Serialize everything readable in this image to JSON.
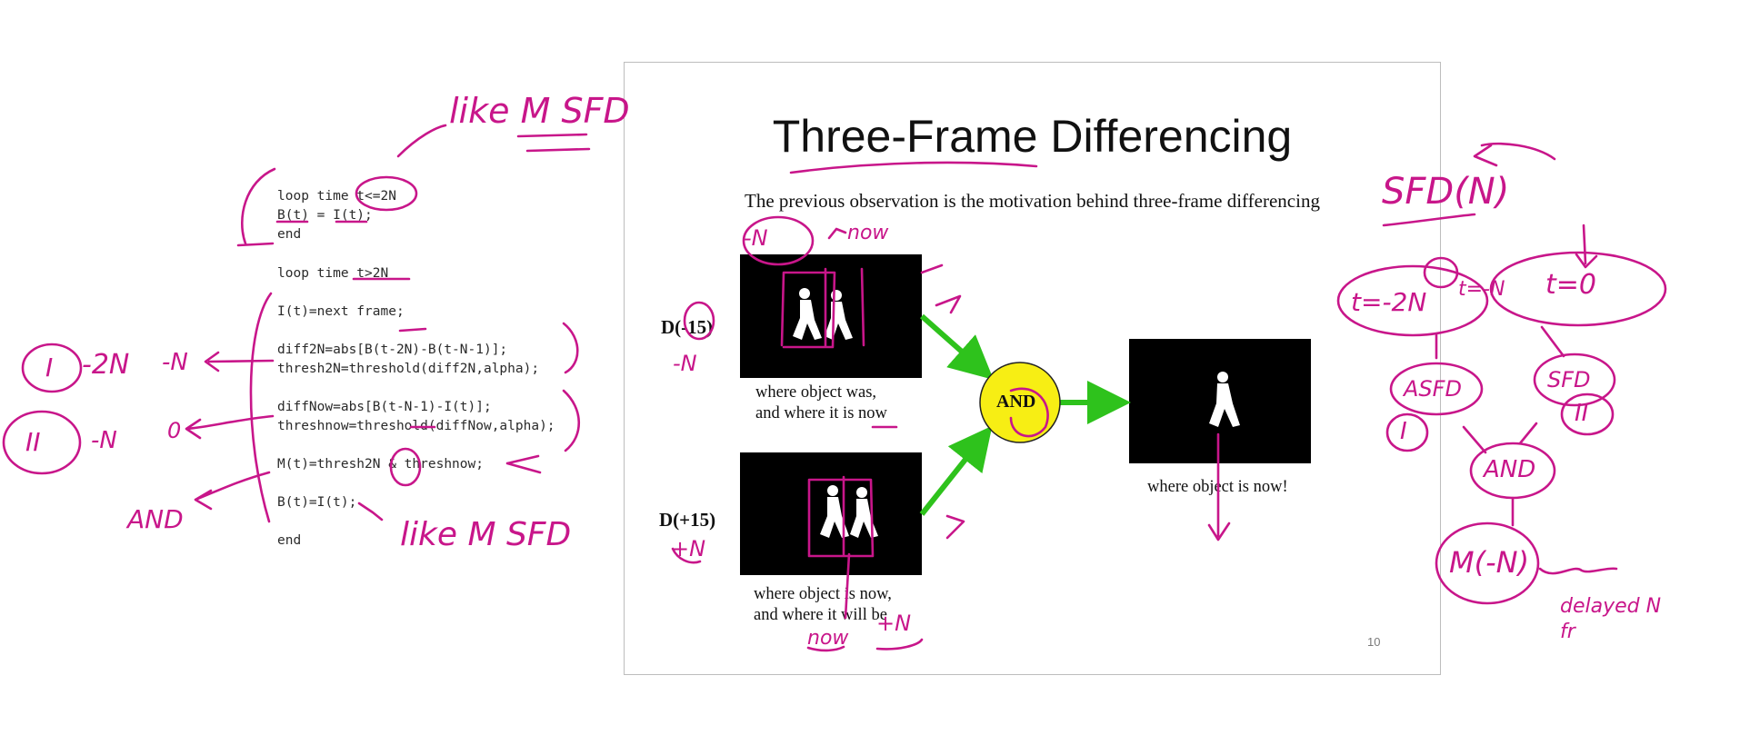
{
  "code": {
    "lines": [
      "loop time t<=2N",
      "B(t) = I(t);",
      "end",
      "loop time t>2N",
      "I(t)=next frame;",
      "diff2N=abs[B(t-2N)-B(t-N-1)];",
      "thresh2N=threshold(diff2N,alpha);",
      "diffNow=abs[B(t-N-1)-I(t)];",
      "threshnow=threshold(diffNow,alpha);",
      "M(t)=thresh2N & threshnow;",
      "B(t)=I(t);",
      "end"
    ]
  },
  "slide": {
    "title": "Three-Frame Differencing",
    "subtitle": "The previous observation is the motivation behind three-frame differencing",
    "d_minus_label": "D(-15)",
    "d_plus_label": "D(+15)",
    "caption_top": [
      "where object was,",
      "and where it is now"
    ],
    "caption_bottom": [
      "where object is now,",
      "and where it will be"
    ],
    "and_label": "AND",
    "result_caption": "where object is now!",
    "page_number": "10",
    "colors": {
      "arrow": "#2ec21c",
      "and_fill": "#f7ee14",
      "frame": "#000000"
    }
  },
  "annotations": {
    "ink_color": "#c8168a",
    "like_msfd_top": "like M SFD",
    "like_msfd_bottom": "like M SFD",
    "roman_one": "I",
    "roman_two": "II",
    "minus_2n": "-2N",
    "minus_n": "-N",
    "zero": "0",
    "and_left": "AND",
    "minus_n_frame": "-N",
    "now_top": "now",
    "minus_n_side": "-N",
    "plus_n_side": "+N",
    "now_bottom": "now",
    "plus_n_bottom": "+N",
    "sfd_label": "SFD(N)",
    "t_minus_2n": "t=-2N",
    "t_minus_n": "t=-N",
    "t_zero": "t=0",
    "asfd": "ASFD",
    "sfd_small": "SFD",
    "and_right": "AND",
    "m_minus_n": "M(-N)",
    "delayed_note": "delayed N fr"
  }
}
